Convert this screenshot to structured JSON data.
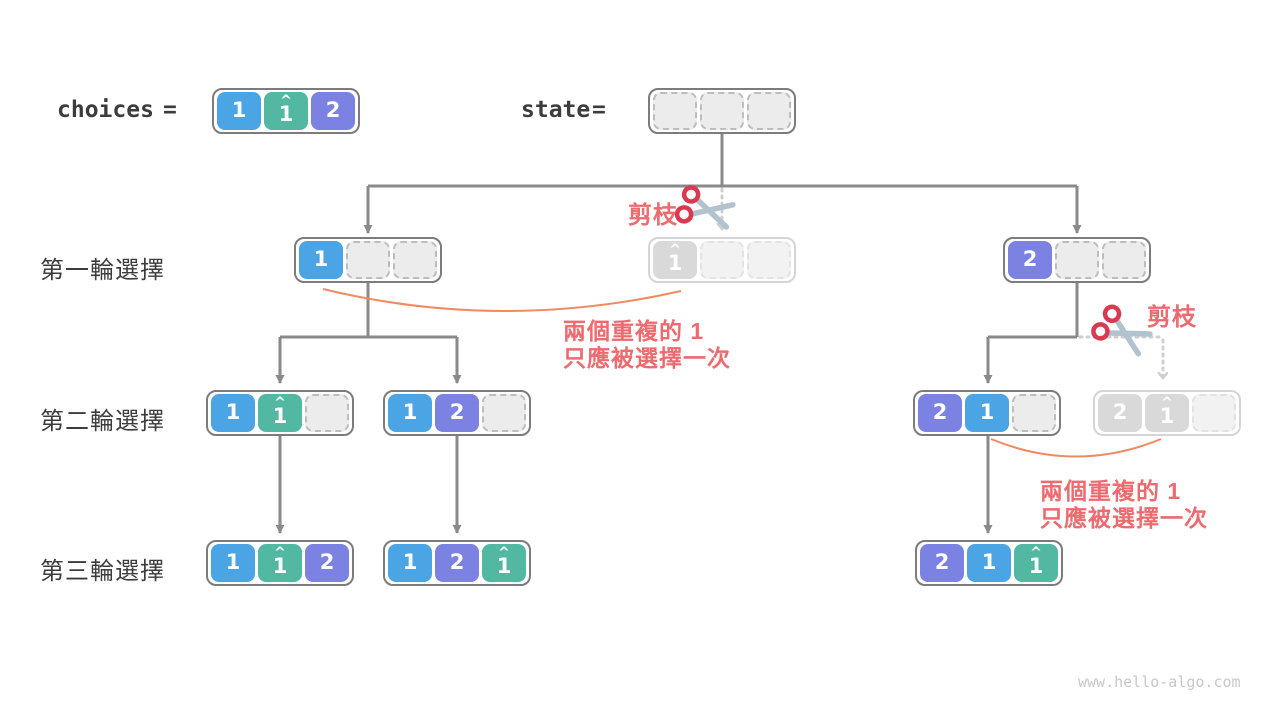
{
  "header": {
    "choices_label": "choices",
    "equals": "=",
    "state_label": "state"
  },
  "row_labels": {
    "round1": "第一輪選擇",
    "round2": "第二輪選擇",
    "round3": "第三輪選擇"
  },
  "annotations": {
    "prune_label": "剪枝",
    "duplicate_note_line1": "兩個重複的 1",
    "duplicate_note_line2": "只應被選擇一次"
  },
  "watermark": "www.hello-algo.com",
  "hat_symbol": "^",
  "colors": {
    "cell_blue": "#4BA5E4",
    "cell_teal": "#52B8A2",
    "cell_purple": "#7B82E2",
    "cell_empty_bg": "#ECECEC",
    "cell_empty_border": "#BDBDBD",
    "node_border": "#7C7C7C",
    "faded_border": "#D5D5D5",
    "faded_cell_bg": "#D9D9D9",
    "faded_empty_bg": "#F2F2F2",
    "faded_empty_border": "#E2E2E2",
    "edge": "#8A8A8A",
    "edge_dotted": "#CFCFCF",
    "accent_red": "#ED6A6F",
    "scissors_red": "#D93A52",
    "scissors_blade": "#B3C2CF",
    "arc_orange": "#EF8A62",
    "text_dark": "#3C3C3C",
    "watermark_color": "#C8C8C8"
  },
  "nodes": [
    {
      "id": "choices-array",
      "cells": [
        {
          "v": "1",
          "c": "blue"
        },
        {
          "v": "1",
          "hat": true,
          "c": "teal"
        },
        {
          "v": "2",
          "c": "purple"
        }
      ]
    },
    {
      "id": "state-array",
      "cells": [
        {
          "c": "empty"
        },
        {
          "c": "empty"
        },
        {
          "c": "empty"
        }
      ]
    },
    {
      "id": "round1-left",
      "cells": [
        {
          "v": "1",
          "c": "blue"
        },
        {
          "c": "empty"
        },
        {
          "c": "empty"
        }
      ]
    },
    {
      "id": "round1-pruned",
      "faded": true,
      "cells": [
        {
          "v": "1",
          "hat": true,
          "c": "teal"
        },
        {
          "c": "empty"
        },
        {
          "c": "empty"
        }
      ]
    },
    {
      "id": "round1-right",
      "cells": [
        {
          "v": "2",
          "c": "purple"
        },
        {
          "c": "empty"
        },
        {
          "c": "empty"
        }
      ]
    },
    {
      "id": "round2-a",
      "cells": [
        {
          "v": "1",
          "c": "blue"
        },
        {
          "v": "1",
          "hat": true,
          "c": "teal"
        },
        {
          "c": "empty"
        }
      ]
    },
    {
      "id": "round2-b",
      "cells": [
        {
          "v": "1",
          "c": "blue"
        },
        {
          "v": "2",
          "c": "purple"
        },
        {
          "c": "empty"
        }
      ]
    },
    {
      "id": "round2-c",
      "cells": [
        {
          "v": "2",
          "c": "purple"
        },
        {
          "v": "1",
          "c": "blue"
        },
        {
          "c": "empty"
        }
      ]
    },
    {
      "id": "round2-pruned",
      "faded": true,
      "cells": [
        {
          "v": "2",
          "c": "purple"
        },
        {
          "v": "1",
          "hat": true,
          "c": "teal"
        },
        {
          "c": "empty"
        }
      ]
    },
    {
      "id": "round3-a",
      "cells": [
        {
          "v": "1",
          "c": "blue"
        },
        {
          "v": "1",
          "hat": true,
          "c": "teal"
        },
        {
          "v": "2",
          "c": "purple"
        }
      ]
    },
    {
      "id": "round3-b",
      "cells": [
        {
          "v": "1",
          "c": "blue"
        },
        {
          "v": "2",
          "c": "purple"
        },
        {
          "v": "1",
          "hat": true,
          "c": "teal"
        }
      ]
    },
    {
      "id": "round3-c",
      "cells": [
        {
          "v": "2",
          "c": "purple"
        },
        {
          "v": "1",
          "c": "blue"
        },
        {
          "v": "1",
          "hat": true,
          "c": "teal"
        }
      ]
    }
  ]
}
